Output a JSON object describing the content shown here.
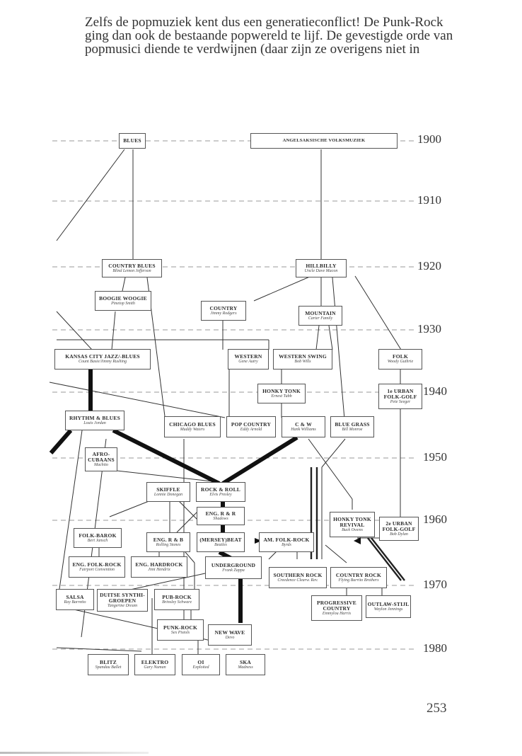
{
  "intro_lines": [
    "Zelfs de popmuziek kent dus een generatieconflict! De Punk-Rock",
    "ging dan ook de bestaande popwereld te lijf. De gevestigde orde van",
    "popmusici diende te verdwijnen (daar zijn ze overigens niet in"
  ],
  "years": [
    "1900",
    "1910",
    "1920",
    "1930",
    "1940",
    "1950",
    "1960",
    "1970",
    "1980"
  ],
  "nodes": {
    "blues": {
      "title": "BLUES",
      "artist": ""
    },
    "angel": {
      "title": "ANGELSAKSISCHE VOLKSMUZIEK",
      "artist": ""
    },
    "countryblues": {
      "title": "COUNTRY BLUES",
      "artist": "Blind Lemon Jefferson"
    },
    "hillbilly": {
      "title": "HILLBILLY",
      "artist": "Uncle Dave Macon"
    },
    "boogie": {
      "title": "BOOGIE WOOGIE",
      "artist": "Pinetop Smith"
    },
    "country": {
      "title": "COUNTRY",
      "artist": "Jimmy Rodgers"
    },
    "mountain": {
      "title": "MOUNTAIN",
      "artist": "Carter Family"
    },
    "kansas": {
      "title": "KANSAS CITY JAZZ/-BLUES",
      "artist": "Count Basie/Jimmy Rushing"
    },
    "western": {
      "title": "WESTERN",
      "artist": "Gene Autry"
    },
    "wswing": {
      "title": "WESTERN SWING",
      "artist": "Bob Wills"
    },
    "folk": {
      "title": "FOLK",
      "artist": "Woody Guthrie"
    },
    "honkytonk": {
      "title": "HONKY TONK",
      "artist": "Ernest Tubb"
    },
    "urban1": {
      "title": "1e URBAN FOLK-GOLF",
      "artist": "Pete Seeger"
    },
    "rnb": {
      "title": "RHYTHM & BLUES",
      "artist": "Louis Jordan"
    },
    "chicago": {
      "title": "CHICAGO BLUES",
      "artist": "Muddy Waters"
    },
    "popcountry": {
      "title": "POP COUNTRY",
      "artist": "Eddy Arnold"
    },
    "cw": {
      "title": "C & W",
      "artist": "Hank Williams"
    },
    "bluegrass": {
      "title": "BLUE GRASS",
      "artist": "Bill Monroe"
    },
    "afro": {
      "title": "AFRO-CUBAANS",
      "artist": "Machito"
    },
    "skiffle": {
      "title": "SKIFFLE",
      "artist": "Lonnie Donegan"
    },
    "rocknroll": {
      "title": "ROCK & ROLL",
      "artist": "Elvis Presley"
    },
    "engrr": {
      "title": "ENG. R & R",
      "artist": "Shadows"
    },
    "htrevival": {
      "title": "HONKY TONK REVIVAL",
      "artist": "Buck Owens"
    },
    "urban2": {
      "title": "2e URBAN FOLK-GOLF",
      "artist": "Bob Dylan"
    },
    "folkbarok": {
      "title": "FOLK-BAROK",
      "artist": "Bert Jansch"
    },
    "engrb": {
      "title": "ENG. R & B",
      "artist": "Rolling Stones"
    },
    "mersey": {
      "title": "(MERSEY)BEAT",
      "artist": "Beatles"
    },
    "amfolk": {
      "title": "AM. FOLK-ROCK",
      "artist": "Byrds"
    },
    "engfolk": {
      "title": "ENG. FOLK-ROCK",
      "artist": "Fairport Convention"
    },
    "enghard": {
      "title": "ENG. HARDROCK",
      "artist": "Jimi Hendrix"
    },
    "underground": {
      "title": "UNDERGROUND",
      "artist": "Frank Zappa"
    },
    "southern": {
      "title": "SOUTHERN ROCK",
      "artist": "Creedence Clearw. Rev."
    },
    "countryrock": {
      "title": "COUNTRY ROCK",
      "artist": "Flying Burrito Brothers"
    },
    "salsa": {
      "title": "SALSA",
      "artist": "Ray Barretto"
    },
    "duitse": {
      "title": "DUITSE SYNTHI-GROEPEN",
      "artist": "Tangerine Dream"
    },
    "pubrock": {
      "title": "PUB-ROCK",
      "artist": "Brinsley Schwarz"
    },
    "progcountry": {
      "title": "PROGRESSIVE COUNTRY",
      "artist": "Emmylou Harris"
    },
    "outlaw": {
      "title": "OUTLAW-STIJL",
      "artist": "Waylon Jennings"
    },
    "punk": {
      "title": "PUNK-ROCK",
      "artist": "Sex Pistols"
    },
    "newwave": {
      "title": "NEW WAVE",
      "artist": "Devo"
    },
    "blitz": {
      "title": "BLITZ",
      "artist": "Spandau Ballet"
    },
    "elektro": {
      "title": "ELEKTRO",
      "artist": "Gary Numan"
    },
    "oi": {
      "title": "OI",
      "artist": "Exploited"
    },
    "ska": {
      "title": "SKA",
      "artist": "Madness"
    }
  },
  "page_number": "253"
}
